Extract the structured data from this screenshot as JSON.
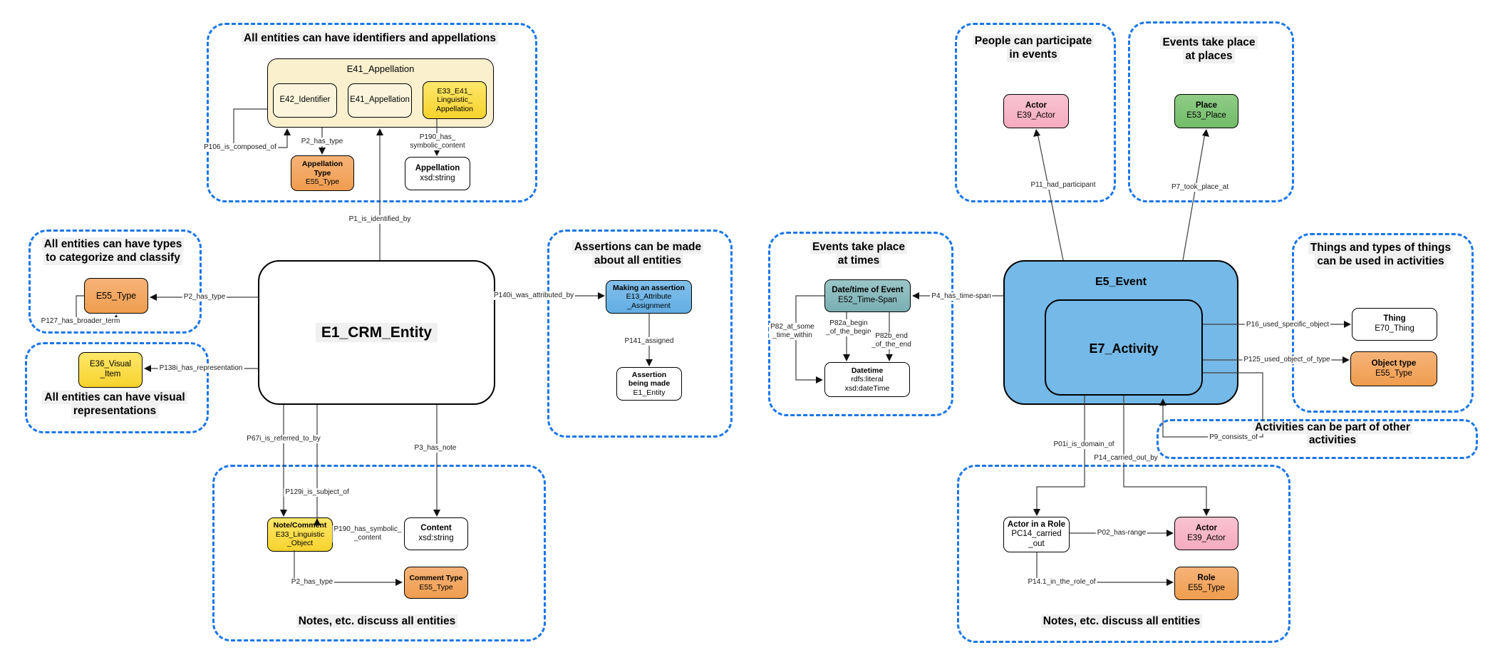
{
  "groups": {
    "appellations": {
      "title": "All entities can have identifiers and appellations"
    },
    "types": {
      "l1": "All entities can have types",
      "l2": "to categorize and classify"
    },
    "visual": {
      "l1": "All entities can have visual",
      "l2": "representations"
    },
    "assertions": {
      "l1": "Assertions can be made",
      "l2": "about all entities"
    },
    "notesLeft": {
      "title": "Notes, etc. discuss all entities"
    },
    "people": {
      "l1": "People can participate",
      "l2": "in events"
    },
    "places": {
      "l1": "Events take place",
      "l2": "at places"
    },
    "times": {
      "l1": "Events take place",
      "l2": "at times"
    },
    "things": {
      "l1": "Things and types of things",
      "l2": "can be used in activities"
    },
    "activities": {
      "l1": "Activities can be part of other",
      "l2": "activities"
    },
    "notesRight": {
      "title": "Notes, etc. discuss all entities"
    }
  },
  "nodes": {
    "e41Container": {
      "label": "E41_Appellation"
    },
    "e42": {
      "l1": "E42_Identifier"
    },
    "e41Inner": {
      "l1": "E41_Appellation"
    },
    "e33e41": {
      "l1": "E33_E41_",
      "l2": "Linguistic_",
      "l3": "Appellation"
    },
    "appellationType": {
      "l1": "Appellation",
      "l2": "Type",
      "l3": "E55_Type"
    },
    "appellationString": {
      "l1": "Appellation",
      "l2": "xsd:string"
    },
    "e1": {
      "label": "E1_CRM_Entity"
    },
    "e55Left": {
      "l1": "E55_Type"
    },
    "e36": {
      "l1": "E36_Visual",
      "l2": "_Item"
    },
    "e13": {
      "l1": "Making an assertion",
      "l2": "E13_Attribute",
      "l3": "_Assignment"
    },
    "assertionMade": {
      "l1": "Assertion",
      "l2": "being made",
      "l3": "E1_Entity"
    },
    "noteComment": {
      "l1": "Note/Comment",
      "l2": "E33_Linguistic",
      "l3": "_Object"
    },
    "content": {
      "l1": "Content",
      "l2": "xsd:string"
    },
    "commentType": {
      "l1": "Comment Type",
      "l2": "E55_Type"
    },
    "actorTop": {
      "l1": "Actor",
      "l2": "E39_Actor"
    },
    "place": {
      "l1": "Place",
      "l2": "E53_Place"
    },
    "e52": {
      "l1": "Date/time of Event",
      "l2": "E52_Time-Span"
    },
    "datetime": {
      "l1": "Datetime",
      "l2": "rdfs:literal",
      "l3": "xsd:dateTime"
    },
    "e5": {
      "label": "E5_Event"
    },
    "e7": {
      "label": "E7_Activity"
    },
    "thing": {
      "l1": "Thing",
      "l2": "E70_Thing"
    },
    "objectType": {
      "l1": "Object type",
      "l2": "E55_Type"
    },
    "actorRole": {
      "l1": "Actor in a Role",
      "l2": "PC14_carried",
      "l3": "_out"
    },
    "actorBottom": {
      "l1": "Actor",
      "l2": "E39_Actor"
    },
    "role": {
      "l1": "Role",
      "l2": "E55_Type"
    }
  },
  "edges": {
    "p1": "P1_is_identified_by",
    "p106": "P106_is_composed_of",
    "p2Appellation": "P2_has_type",
    "p190Appellation": {
      "l1": "P190_has_",
      "l2": "symbolic_content"
    },
    "p2Type": "P2_has_type",
    "p127": "P127_has_broader_term",
    "p138i": "P138i_has_representation",
    "p140i": "P140i_was_attributed_by",
    "p141": "P141_assigned",
    "p67i": "P67i_is_referred_to_by",
    "p129i": "P129i_is_subject_of",
    "p3": "P3_has_note",
    "p190Note": {
      "l1": "P190_has_symbolic_",
      "l2": "_content"
    },
    "p2Note": "P2_has_type",
    "p11": "P11_had_participant",
    "p7": "P7_took_place_at",
    "p4": "P4_has_time-span",
    "p82": {
      "l1": "P82_at_some",
      "l2": "_time_within"
    },
    "p82a": {
      "l1": "P82a_begin",
      "l2": "_of_the_begin"
    },
    "p82b": {
      "l1": "P82b_end",
      "l2": "_of_the_end"
    },
    "p16": "P16_used_specific_object",
    "p125": "P125_used_object_of_type",
    "p9": "P9_consists_of",
    "p01i": "P01i_is_domain_of",
    "p14": "P14_carried_out_by",
    "p02": "P02_has-range",
    "p141role": "P14.1_in_the_role_of"
  },
  "colors": {
    "groupBorder": "#1976e8",
    "cream": "#faf0ce",
    "yellow": "#fedf4a",
    "orange": "#f2a75f",
    "blue": "#74b9e7",
    "teal": "#86b9bc",
    "pink": "#f8b6c8",
    "green": "#82c579",
    "edge": "#3d3d3d"
  }
}
